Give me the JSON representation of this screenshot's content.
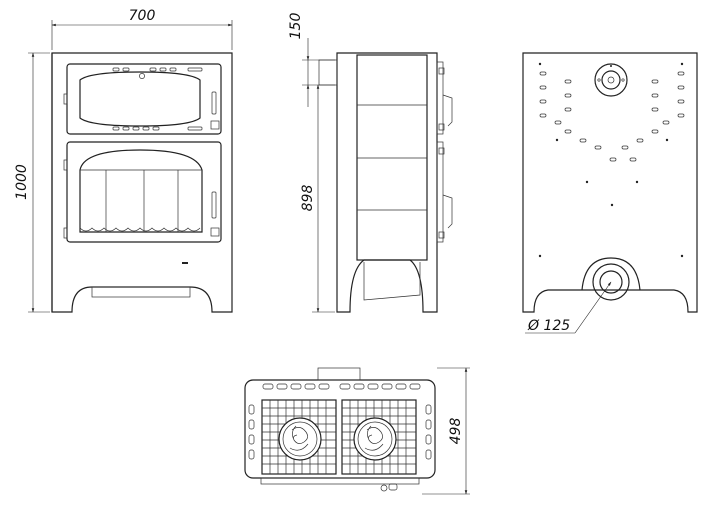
{
  "dimensions": {
    "width": "700",
    "height": "1000",
    "top_section": "150",
    "body_height": "898",
    "flue_diameter": "Ø 125",
    "depth": "498"
  },
  "views": [
    "front-view",
    "side-view",
    "rear-view",
    "top-view"
  ]
}
